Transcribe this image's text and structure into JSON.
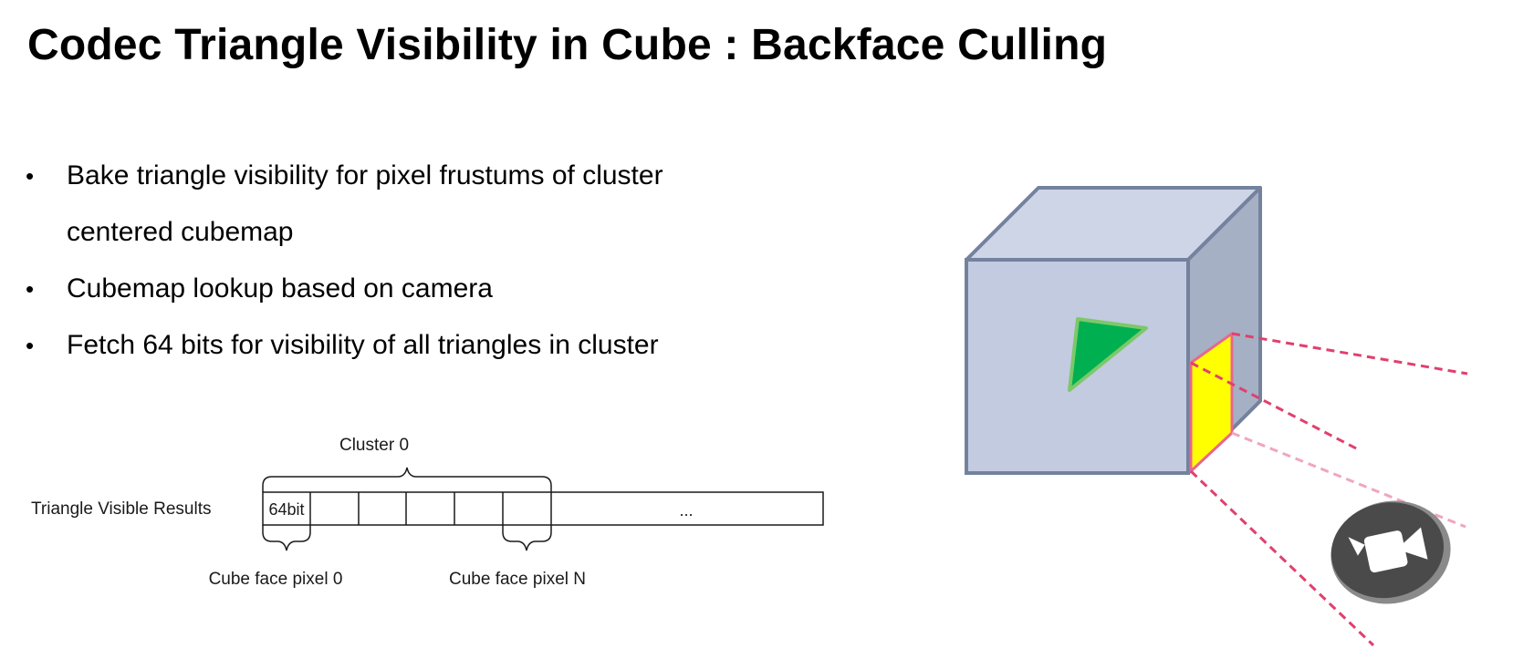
{
  "slide": {
    "title": "Codec Triangle Visibility in Cube : Backface Culling"
  },
  "bullets": [
    "Bake triangle visibility for pixel frustums of cluster centered cubemap",
    "Cubemap lookup based on camera",
    "Fetch 64 bits for visibility of all triangles in cluster"
  ],
  "bit_diagram": {
    "row_label": "Triangle Visible Results",
    "cluster_label": "Cluster 0",
    "first_cell_label": "64bit",
    "ellipsis": "...",
    "cube_face_pixel_0_label": "Cube face pixel 0",
    "cube_face_pixel_n_label": "Cube face pixel N"
  },
  "colors": {
    "cube_front": "#c2cbe0",
    "cube_top": "#cdd5e7",
    "cube_side": "#a5b0c5",
    "cube_stroke": "#74829e",
    "triangle_fill": "#00b050",
    "triangle_stroke": "#7cc86a",
    "frustum_face": "#ffff00",
    "frustum_lines": "#e0406e",
    "camera_disc": "#4a4a4a"
  },
  "icons": {
    "camera": "video-camera-icon"
  }
}
